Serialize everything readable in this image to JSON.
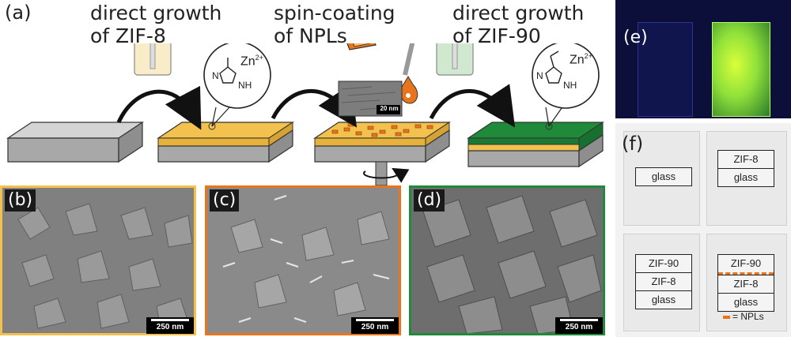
{
  "panel_a": {
    "label": "(a)",
    "steps": [
      {
        "line1": "direct growth",
        "line2": "of ZIF-8"
      },
      {
        "line1": "spin-coating",
        "line2": "of NPLs"
      },
      {
        "line1": "direct growth",
        "line2": "of ZIF-90"
      }
    ],
    "ion": "Zn",
    "ion_charge": "2+",
    "nh_label": "NH",
    "n_label": "N",
    "tem_scale": "20 nm"
  },
  "panels_sem": [
    {
      "label": "(b)",
      "scale": "250 nm",
      "border": "#f2c14e"
    },
    {
      "label": "(c)",
      "scale": "250 nm",
      "border": "#e8741c"
    },
    {
      "label": "(d)",
      "scale": "250 nm",
      "border": "#1f8a3a"
    }
  ],
  "panel_e": {
    "label": "(e)"
  },
  "panel_f": {
    "label": "(f)",
    "stacks": [
      [
        "glass"
      ],
      [
        "ZIF-8",
        "glass"
      ],
      [
        "ZIF-90",
        "ZIF-8",
        "glass"
      ],
      [
        "ZIF-90",
        "ZIF-8",
        "glass"
      ]
    ],
    "legend": "= NPLs"
  },
  "colors": {
    "zif8": "#f2c14e",
    "npl": "#e8741c",
    "zif90": "#1f8a3a",
    "substrate": "#b9b9b9"
  }
}
